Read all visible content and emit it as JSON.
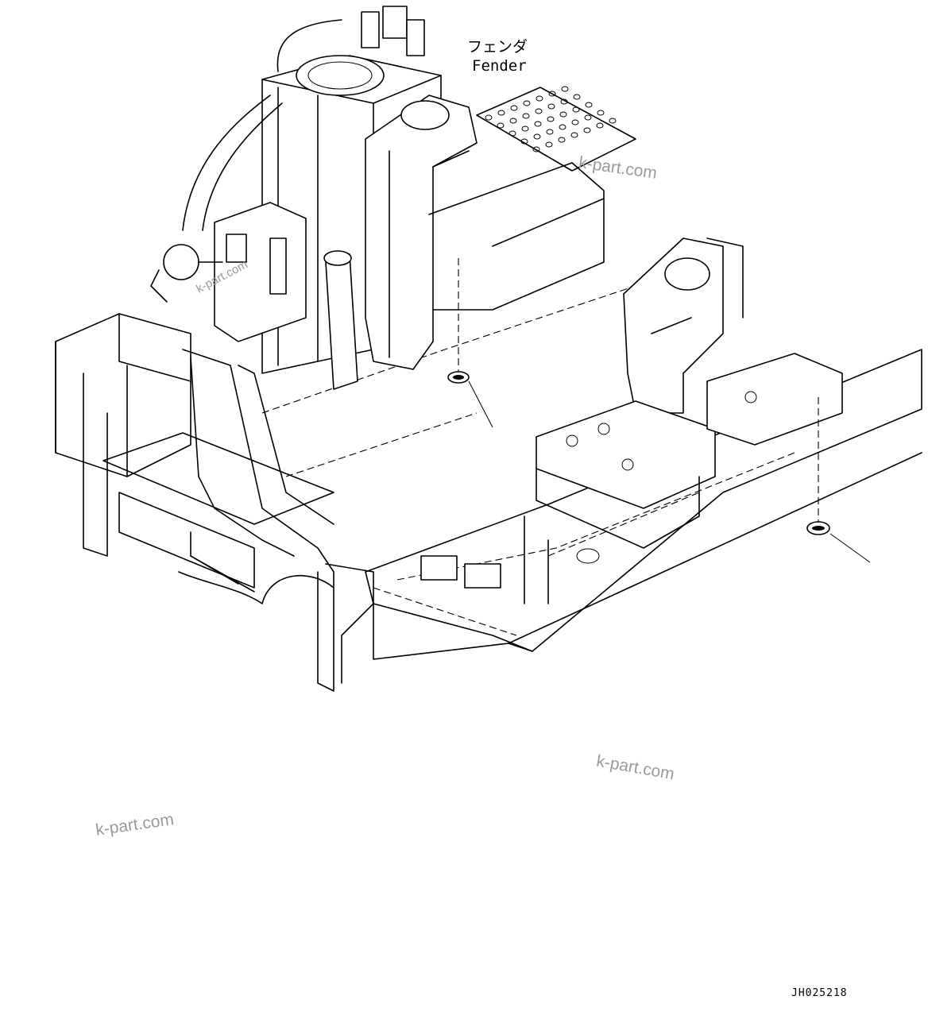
{
  "callouts": {
    "fender_jp": "フェンダ",
    "fender_en": "Fender"
  },
  "drawing_code": "JH025218",
  "watermarks": [
    "k-part.com",
    "k-part.com",
    "k-part.com",
    "k-part.com"
  ]
}
